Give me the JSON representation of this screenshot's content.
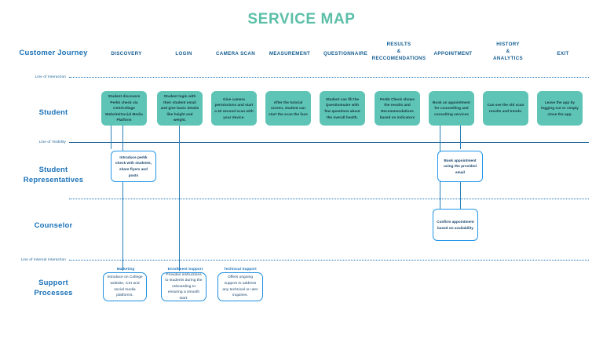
{
  "title": "SERVICE MAP",
  "swimlane_header": "Customer Journey",
  "stages": [
    {
      "label": "DISCOVERY"
    },
    {
      "label": "LOGIN"
    },
    {
      "label": "CAMERA SCAN"
    },
    {
      "label": "MEASUREMENT"
    },
    {
      "label": "QUESTIONNAIRE"
    },
    {
      "label": "RESULTS\n&\nRECCOMENDATIONS"
    },
    {
      "label": "APPOINTMENT"
    },
    {
      "label": "HISTORY\n&\nANALYTICS"
    },
    {
      "label": "EXIT"
    }
  ],
  "rows": [
    {
      "label": "Student"
    },
    {
      "label": "Student\nRepresentatives"
    },
    {
      "label": "Counselor"
    },
    {
      "label": "Support\nProcesses"
    }
  ],
  "separators": [
    {
      "label": "Line of Interaction",
      "style": "dotted"
    },
    {
      "label": "Line of Visibility",
      "style": "solid"
    },
    {
      "label": "",
      "style": "dotted"
    },
    {
      "label": "Line of Internal Interaction",
      "style": "dotted"
    }
  ],
  "student_cards": [
    {
      "text": "Student discovers Perkk check via CSS/Collage Website/Social Media Platform"
    },
    {
      "text": "Student login with their student email and give basic details like height and weight."
    },
    {
      "text": "Give camera permissions and start a 30 second scan with your device."
    },
    {
      "text": "After the tutorial screen, student can start the scan the face"
    },
    {
      "text": "Student can fill the Questionnaire with few questions about the overall health."
    },
    {
      "text": "Perkk Check shows the results and Recommendations based on indicators"
    },
    {
      "text": "Book an appointment for counselling and consulting services"
    },
    {
      "text": "Can see the old scan results and trends."
    },
    {
      "text": "Leave the app by logging out or simply close the app."
    }
  ],
  "rep_cards": [
    {
      "text": "Introduce perkk check with students, share flyers and posts"
    },
    {
      "text": "Book appointment using the provided email"
    }
  ],
  "counselor_cards": [
    {
      "text": "Confirm appointment based on availability"
    }
  ],
  "support_cards": [
    {
      "tag": "Marketing",
      "text": "Introduce on College website, CSI and social media platforms."
    },
    {
      "tag": "Enrollment Support",
      "text": "Provides instructions to students during the onboarding to ensuring a smooth start."
    },
    {
      "tag": "Technical Support",
      "text": "Offers ongoing support to address any technical or user inquiries."
    }
  ],
  "colors": {
    "title": "#5bbfa8",
    "label_blue": "#1b72b8",
    "header_blue": "#145d91",
    "card_teal": "#5ec5b6",
    "card_outline": "#2196e8",
    "connector": "#2a7fb8"
  }
}
